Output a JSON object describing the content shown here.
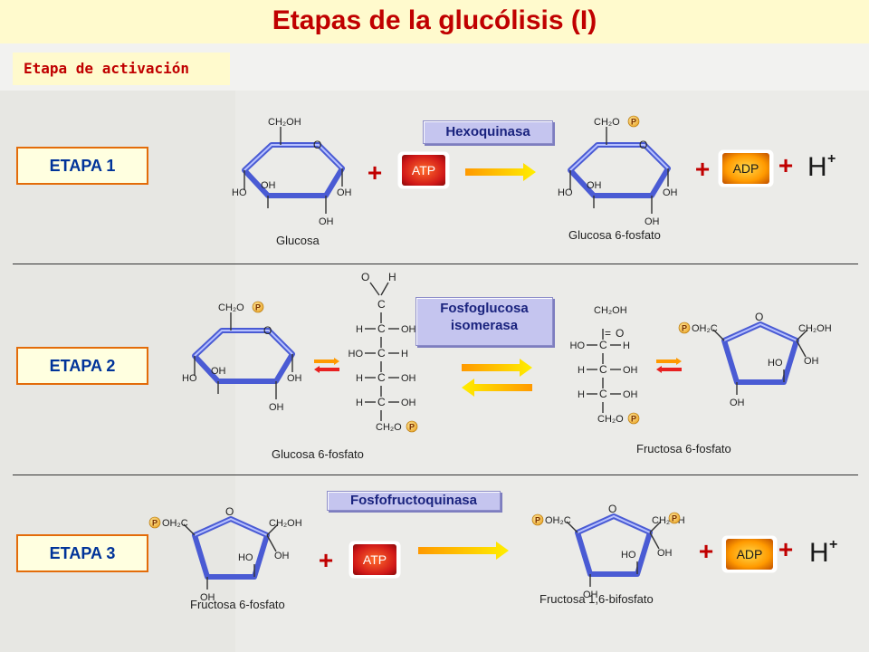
{
  "header": {
    "title": "Etapas de la glucólisis (I)",
    "subtitle": "Etapa de activación"
  },
  "stages": [
    {
      "label": "ETAPA 1",
      "enzyme": [
        "Hexoquinasa"
      ],
      "substrate": "Glucosa",
      "product": "Glucosa 6-fosfato"
    },
    {
      "label": "ETAPA 2",
      "enzyme": [
        "Fosfoglucosa",
        "isomerasa"
      ],
      "substrate": "Glucosa 6-fosfato",
      "product": "Fructosa 6-fosfato"
    },
    {
      "label": "ETAPA 3",
      "enzyme": [
        "Fosfofructoquinasa"
      ],
      "substrate": "Fructosa 6-fosfato",
      "product": "Fructosa 1,6-bifosfato"
    }
  ],
  "molecules": {
    "atp": "ATP",
    "adp": "ADP",
    "plus": "+",
    "proton": "H",
    "proton_charge": "+",
    "phosphate": "P"
  },
  "groups": {
    "ch2oh": "CH₂OH",
    "ch2o": "CH₂O",
    "ho": "HO",
    "oh": "OH",
    "o": "O",
    "h": "H",
    "c": "C",
    "poh2c": "OH₂C"
  },
  "colors": {
    "title": "#c00000",
    "stage_text": "#003399",
    "stage_border": "#e36c0a",
    "enzyme_bg": "#c5c5ef",
    "ring": "#4a5bd4"
  }
}
